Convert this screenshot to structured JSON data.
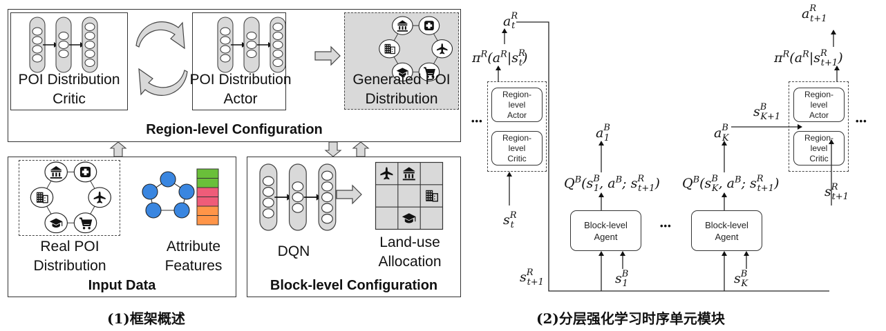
{
  "left_panel": {
    "region_config": {
      "title": "Region-level Configuration",
      "critic": {
        "line1": "POI Distribution",
        "line2": "Critic"
      },
      "actor": {
        "line1": "POI Distribution",
        "line2": "Actor"
      },
      "generated": {
        "line1": "Generated POI",
        "line2": "Distribution"
      },
      "cycle_icon": "refresh-cycle-icon"
    },
    "input_data": {
      "title": "Input Data",
      "real_poi": {
        "line1": "Real POI",
        "line2": "Distribution"
      },
      "attributes": {
        "line1": "Attribute",
        "line2": "Features"
      },
      "feature_colors": [
        "#6abf3a",
        "#6abf3a",
        "#ef5c79",
        "#ef5c79",
        "#ff9548",
        "#ff9548"
      ],
      "graph_node_color": "#3a86e0"
    },
    "block_config": {
      "title": "Block-level Configuration",
      "dqn": "DQN",
      "landuse": {
        "line1": "Land-use",
        "line2": "Allocation"
      },
      "grid_icons": [
        "airplane-icon",
        "bank-icon",
        "",
        "",
        "",
        "building-icon",
        "",
        "graduation-cap-icon",
        ""
      ]
    },
    "poi_icons": [
      "bank-icon",
      "hospital-icon",
      "airplane-icon",
      "cart-icon",
      "graduation-cap-icon",
      "building-icon"
    ],
    "caption": "(1)框架概述"
  },
  "right_panel": {
    "region_actor": "Region-\nlevel\nActor",
    "region_critic": "Region-\nlevel\nCritic",
    "block_agent": "Block-level\nAgent",
    "ellipsis": "•••",
    "caption": "(2)分层强化学习时序单元模块"
  },
  "colors": {
    "panel_fill": "#d9d9d9",
    "stroke": "#333333"
  }
}
